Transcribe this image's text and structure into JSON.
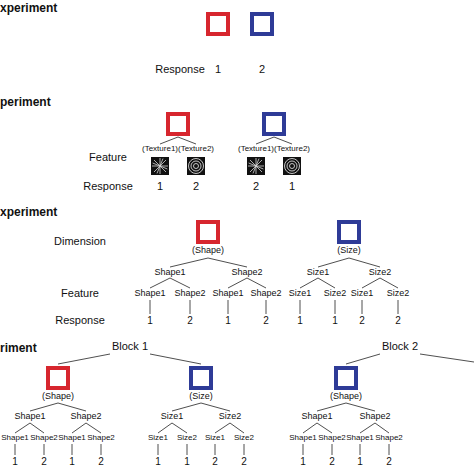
{
  "diagram": {
    "nodes": [
      {
        "text": [
          "(Shape)"
        ]
      },
      {
        "text": [
          "(Size)"
        ]
      },
      {
        "text": [
          "(Shape)"
        ]
      },
      {
        "text": [
          "(Size)"
        ]
      },
      {
        "text": [
          "(Shape)"
        ]
      }
    ],
    "labels": [
      "xperiment",
      "Response",
      "1",
      "2",
      "periment",
      "(Texture1)",
      "(Texture2)",
      "(Texture1)",
      "(Texture2)",
      "Feature",
      "Response",
      "1",
      "2",
      "2",
      "1",
      "xperiment",
      "Dimension",
      "Shape1",
      "Shape2",
      "Size1",
      "Size2",
      "Feature",
      "Shape1",
      "Shape2",
      "Shape1",
      "Shape2",
      "Size1",
      "Size2",
      "Size1",
      "Size2",
      "Response",
      "1",
      "2",
      "1",
      "2",
      "1",
      "1",
      "2",
      "2",
      "riment",
      "Block 1",
      "Block 2",
      "Shape1",
      "Shape2",
      "Size1",
      "Size2",
      "Shape1",
      "Shape2",
      "Shape1",
      "Shape2",
      "Shape1",
      "Shape2",
      "Size1",
      "Size2",
      "Size1",
      "Size2",
      "Shape1",
      "Shape2",
      "Shape1",
      "Shape2",
      "1",
      "2",
      "1",
      "2",
      "1",
      "1",
      "2",
      "2",
      "1",
      "2",
      "1",
      "2"
    ]
  }
}
